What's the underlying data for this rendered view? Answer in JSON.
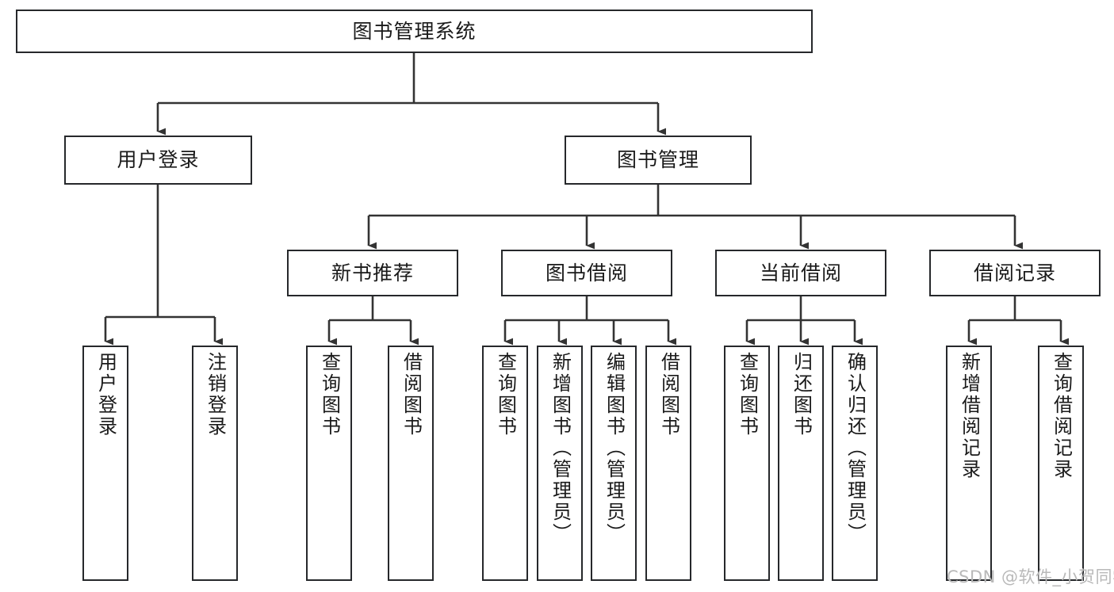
{
  "diagram": {
    "kind": "tree-hierarchy-chart",
    "title_node": {
      "label": "图书管理系统"
    },
    "level2": [
      {
        "id": "user-login",
        "label": "用户登录"
      },
      {
        "id": "book-manage",
        "label": "图书管理"
      }
    ],
    "level3": [
      {
        "id": "new-book-recommend",
        "label": "新书推荐"
      },
      {
        "id": "book-borrow",
        "label": "图书借阅"
      },
      {
        "id": "current-borrow",
        "label": "当前借阅"
      },
      {
        "id": "borrow-record",
        "label": "借阅记录"
      }
    ],
    "leaves": [
      {
        "id": "leaf-user-login",
        "label": "用户登录",
        "parent": "user-login"
      },
      {
        "id": "leaf-logout-login",
        "label": "注销登录",
        "parent": "user-login"
      },
      {
        "id": "leaf-query-book-1",
        "label": "查询图书",
        "parent": "new-book-recommend"
      },
      {
        "id": "leaf-borrow-book-1",
        "label": "借阅图书",
        "parent": "new-book-recommend"
      },
      {
        "id": "leaf-query-book-2",
        "label": "查询图书",
        "parent": "book-borrow"
      },
      {
        "id": "leaf-add-book-admin",
        "label": "新增图书（管理员）",
        "parent": "book-borrow"
      },
      {
        "id": "leaf-edit-book-admin",
        "label": "编辑图书（管理员）",
        "parent": "book-borrow"
      },
      {
        "id": "leaf-borrow-book-2",
        "label": "借阅图书",
        "parent": "book-borrow"
      },
      {
        "id": "leaf-query-book-3",
        "label": "查询图书",
        "parent": "current-borrow"
      },
      {
        "id": "leaf-return-book",
        "label": "归还图书",
        "parent": "current-borrow"
      },
      {
        "id": "leaf-confirm-return-admin",
        "label": "确认归还（管理员）",
        "parent": "current-borrow"
      },
      {
        "id": "leaf-add-borrow-record",
        "label": "新增借阅记录",
        "parent": "borrow-record"
      },
      {
        "id": "leaf-query-borrow-record",
        "label": "查询借阅记录",
        "parent": "borrow-record"
      }
    ],
    "watermark": {
      "text": "CSDN @软件_小贺同学"
    },
    "colors": {
      "border": "#26282b",
      "edge": "#333333",
      "node_fill": "#ffffff",
      "text": "#1a1a1a",
      "watermark": "#b9b9b9",
      "background": "#ffffff"
    }
  }
}
